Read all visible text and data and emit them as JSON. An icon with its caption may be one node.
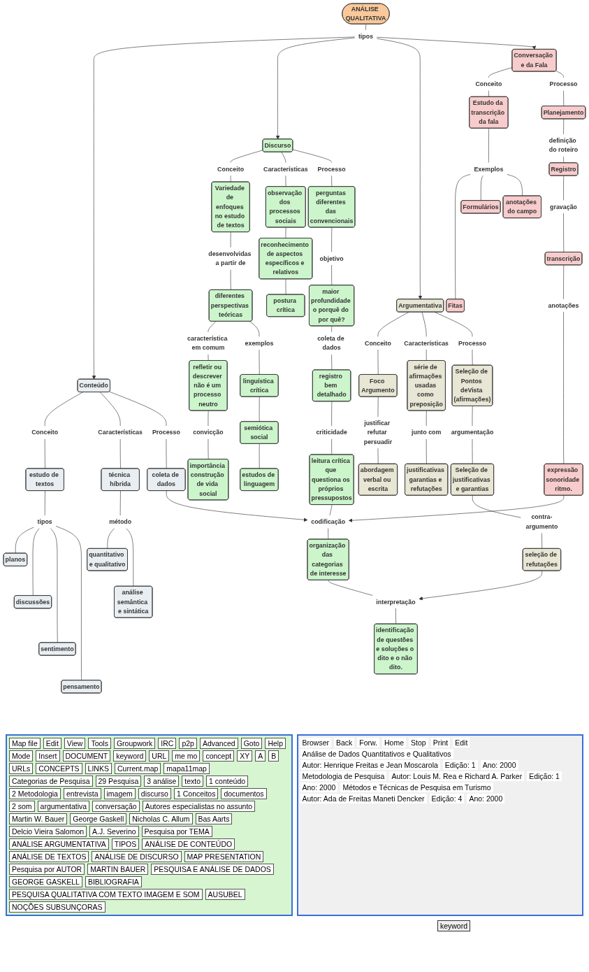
{
  "diagram": {
    "nodes": [
      {
        "text": [
          "ANÁLISE QUALITATIVA"
        ]
      },
      {
        "text": [
          "tipos"
        ]
      },
      {
        "text": [
          "Conteúdo"
        ]
      },
      {
        "text": [
          "Conceito"
        ]
      },
      {
        "text": [
          "Características"
        ]
      },
      {
        "text": [
          "Processo"
        ]
      },
      {
        "text": [
          "estudo de textos"
        ]
      },
      {
        "text": [
          "tipos"
        ]
      },
      {
        "text": [
          "planos"
        ]
      },
      {
        "text": [
          "discussões"
        ]
      },
      {
        "text": [
          "sentimento"
        ]
      },
      {
        "text": [
          "pensamento"
        ]
      },
      {
        "text": [
          "técnica híbrida"
        ]
      },
      {
        "text": [
          "método"
        ]
      },
      {
        "text": [
          "quantitativo e qualitativo"
        ]
      },
      {
        "text": [
          "análise semântica e sintática"
        ]
      },
      {
        "text": [
          "coleta de dados"
        ]
      },
      {
        "text": [
          "Discurso"
        ]
      },
      {
        "text": [
          "Conceito"
        ]
      },
      {
        "text": [
          "Características"
        ]
      },
      {
        "text": [
          "Processo"
        ]
      },
      {
        "text": [
          "Variedade de enfoques no estudo de textos"
        ]
      },
      {
        "text": [
          "desenvolvidas a partir de"
        ]
      },
      {
        "text": [
          "diferentes perspectivas teóricas"
        ]
      },
      {
        "text": [
          "característica em comum"
        ]
      },
      {
        "text": [
          "refletir ou descrever não é um processo neutro"
        ]
      },
      {
        "text": [
          "convicção"
        ]
      },
      {
        "text": [
          "importância construção de vida social"
        ]
      },
      {
        "text": [
          "exemplos"
        ]
      },
      {
        "text": [
          "linguística crítica"
        ]
      },
      {
        "text": [
          "semiótica social"
        ]
      },
      {
        "text": [
          "estudos de linguagem"
        ]
      },
      {
        "text": [
          "observação dos processos sociais"
        ]
      },
      {
        "text": [
          "reconhecimento de aspectos específicos e relativos"
        ]
      },
      {
        "text": [
          "postura crítica"
        ]
      },
      {
        "text": [
          "perguntas diferentes das convencionais"
        ]
      },
      {
        "text": [
          "objetivo"
        ]
      },
      {
        "text": [
          "maior profundidade o porquê do por quê?"
        ]
      },
      {
        "text": [
          "coleta de dados"
        ]
      },
      {
        "text": [
          "registro bem detalhado"
        ]
      },
      {
        "text": [
          "criticidade"
        ]
      },
      {
        "text": [
          "leitura crítica que questiona os próprios pressupostos"
        ]
      },
      {
        "text": [
          "codificação"
        ]
      },
      {
        "text": [
          "organização das categorias de interesse"
        ]
      },
      {
        "text": [
          "interpretação"
        ]
      },
      {
        "text": [
          "identificação de questões e soluções o dito e o não dito."
        ]
      },
      {
        "text": [
          "Argumentativa"
        ]
      },
      {
        "text": [
          "Conceito"
        ]
      },
      {
        "text": [
          "Características"
        ]
      },
      {
        "text": [
          "Processo"
        ]
      },
      {
        "text": [
          "Foco Argumento"
        ]
      },
      {
        "text": [
          "justificar refutar persuadir"
        ]
      },
      {
        "text": [
          "abordagem verbal ou escrita"
        ]
      },
      {
        "text": [
          "série de afirmações usadas como preposição"
        ]
      },
      {
        "text": [
          "junto com"
        ]
      },
      {
        "text": [
          "justificativas garantias e refutações"
        ]
      },
      {
        "text": [
          "Seleção de Pontos deVista (afirmações)"
        ]
      },
      {
        "text": [
          "argumentação"
        ]
      },
      {
        "text": [
          "Seleção de justificativas e garantias"
        ]
      },
      {
        "text": [
          "contra-argumento"
        ]
      },
      {
        "text": [
          "seleção de refutações"
        ]
      },
      {
        "text": [
          "Conversação e da Fala"
        ]
      },
      {
        "text": [
          "Conceito"
        ]
      },
      {
        "text": [
          "Processo"
        ]
      },
      {
        "text": [
          "Estudo da transcrição da fala"
        ]
      },
      {
        "text": [
          "Exemplos"
        ]
      },
      {
        "text": [
          "Fitas"
        ]
      },
      {
        "text": [
          "Formulários"
        ]
      },
      {
        "text": [
          "anotações do campo"
        ]
      },
      {
        "text": [
          "Planejamento"
        ]
      },
      {
        "text": [
          "definição do roteiro"
        ]
      },
      {
        "text": [
          "Registro"
        ]
      },
      {
        "text": [
          "gravação"
        ]
      },
      {
        "text": [
          "transcrição"
        ]
      },
      {
        "text": [
          "anotações"
        ]
      },
      {
        "text": [
          "expressão sonoridade ritmo."
        ]
      }
    ],
    "edges": [
      {
        "from": 0,
        "to": 1,
        "arrow": "none"
      },
      {
        "from": 1,
        "to": 2,
        "arrow": "to"
      },
      {
        "from": 1,
        "to": 17,
        "arrow": "to"
      },
      {
        "from": 1,
        "to": 46,
        "arrow": "to"
      },
      {
        "from": 1,
        "to": 61,
        "arrow": "to"
      },
      {
        "from": 2,
        "to": 3,
        "arrow": "none"
      },
      {
        "from": 2,
        "to": 4,
        "arrow": "none"
      },
      {
        "from": 2,
        "to": 5,
        "arrow": "none"
      },
      {
        "from": 3,
        "to": 6,
        "arrow": "none"
      },
      {
        "from": 6,
        "to": 7,
        "arrow": "none"
      },
      {
        "from": 7,
        "to": 8,
        "arrow": "none"
      },
      {
        "from": 7,
        "to": 9,
        "arrow": "none"
      },
      {
        "from": 7,
        "to": 10,
        "arrow": "none"
      },
      {
        "from": 7,
        "to": 11,
        "arrow": "none"
      },
      {
        "from": 4,
        "to": 12,
        "arrow": "none"
      },
      {
        "from": 12,
        "to": 13,
        "arrow": "none"
      },
      {
        "from": 13,
        "to": 14,
        "arrow": "none"
      },
      {
        "from": 13,
        "to": 15,
        "arrow": "none"
      },
      {
        "from": 5,
        "to": 16,
        "arrow": "none"
      },
      {
        "from": 16,
        "to": 42,
        "arrow": "to"
      },
      {
        "from": 17,
        "to": 18,
        "arrow": "none"
      },
      {
        "from": 17,
        "to": 19,
        "arrow": "none"
      },
      {
        "from": 17,
        "to": 20,
        "arrow": "none"
      },
      {
        "from": 18,
        "to": 21,
        "arrow": "none"
      },
      {
        "from": 21,
        "to": 22,
        "arrow": "none"
      },
      {
        "from": 22,
        "to": 23,
        "arrow": "none"
      },
      {
        "from": 23,
        "to": 24,
        "arrow": "none"
      },
      {
        "from": 24,
        "to": 25,
        "arrow": "none"
      },
      {
        "from": 25,
        "to": 26,
        "arrow": "none"
      },
      {
        "from": 26,
        "to": 27,
        "arrow": "none"
      },
      {
        "from": 23,
        "to": 28,
        "arrow": "none"
      },
      {
        "from": 28,
        "to": 29,
        "arrow": "none"
      },
      {
        "from": 29,
        "to": 30,
        "arrow": "none"
      },
      {
        "from": 30,
        "to": 31,
        "arrow": "none"
      },
      {
        "from": 19,
        "to": 32,
        "arrow": "none"
      },
      {
        "from": 32,
        "to": 33,
        "arrow": "none"
      },
      {
        "from": 33,
        "to": 34,
        "arrow": "none"
      },
      {
        "from": 20,
        "to": 35,
        "arrow": "none"
      },
      {
        "from": 35,
        "to": 36,
        "arrow": "none"
      },
      {
        "from": 36,
        "to": 37,
        "arrow": "none"
      },
      {
        "from": 37,
        "to": 38,
        "arrow": "none"
      },
      {
        "from": 38,
        "to": 39,
        "arrow": "none"
      },
      {
        "from": 39,
        "to": 40,
        "arrow": "none"
      },
      {
        "from": 40,
        "to": 41,
        "arrow": "none"
      },
      {
        "from": 41,
        "to": 42,
        "arrow": "none"
      },
      {
        "from": 42,
        "to": 43,
        "arrow": "none"
      },
      {
        "from": 43,
        "to": 44,
        "arrow": "none"
      },
      {
        "from": 44,
        "to": 45,
        "arrow": "none"
      },
      {
        "from": 46,
        "to": 47,
        "arrow": "none"
      },
      {
        "from": 46,
        "to": 48,
        "arrow": "none"
      },
      {
        "from": 46,
        "to": 49,
        "arrow": "none"
      },
      {
        "from": 47,
        "to": 50,
        "arrow": "none"
      },
      {
        "from": 50,
        "to": 51,
        "arrow": "none"
      },
      {
        "from": 51,
        "to": 52,
        "arrow": "none"
      },
      {
        "from": 48,
        "to": 53,
        "arrow": "none"
      },
      {
        "from": 53,
        "to": 54,
        "arrow": "none"
      },
      {
        "from": 54,
        "to": 55,
        "arrow": "none"
      },
      {
        "from": 49,
        "to": 56,
        "arrow": "none"
      },
      {
        "from": 56,
        "to": 57,
        "arrow": "none"
      },
      {
        "from": 57,
        "to": 58,
        "arrow": "none"
      },
      {
        "from": 58,
        "to": 59,
        "arrow": "none"
      },
      {
        "from": 59,
        "to": 60,
        "arrow": "none"
      },
      {
        "from": 60,
        "to": 44,
        "arrow": "to"
      },
      {
        "from": 61,
        "to": 62,
        "arrow": "none"
      },
      {
        "from": 61,
        "to": 63,
        "arrow": "none"
      },
      {
        "from": 62,
        "to": 64,
        "arrow": "none"
      },
      {
        "from": 64,
        "to": 65,
        "arrow": "none"
      },
      {
        "from": 65,
        "to": 66,
        "arrow": "none"
      },
      {
        "from": 65,
        "to": 67,
        "arrow": "none"
      },
      {
        "from": 65,
        "to": 68,
        "arrow": "none"
      },
      {
        "from": 63,
        "to": 69,
        "arrow": "none"
      },
      {
        "from": 69,
        "to": 70,
        "arrow": "none"
      },
      {
        "from": 70,
        "to": 71,
        "arrow": "none"
      },
      {
        "from": 71,
        "to": 72,
        "arrow": "none"
      },
      {
        "from": 72,
        "to": 73,
        "arrow": "none"
      },
      {
        "from": 73,
        "to": 74,
        "arrow": "none"
      },
      {
        "from": 74,
        "to": 75,
        "arrow": "none"
      },
      {
        "from": 75,
        "to": 42,
        "arrow": "to"
      }
    ],
    "labels": [
      "Map file",
      "Edit",
      "View",
      "Tools",
      "Groupwork",
      "IRC",
      "p2p",
      "Advanced",
      "Goto",
      "Help",
      "Mode",
      "Insert",
      "DOCUMENT",
      "keyword",
      "URL",
      "me mo",
      "concept",
      "XY",
      "A",
      "B",
      "URLs",
      "CONCEPTS",
      "LINKS",
      "Current.map",
      "mapa11map",
      "Categorias de Pesquisa",
      "29 Pesquisa",
      "3 análise",
      "texto",
      "1 conteúdo",
      "2 Metodologia",
      "entrevista",
      "imagem",
      "discurso",
      "1 Conceitos",
      "documentos",
      "2 som",
      "argumentativa",
      "conversação",
      "Autores especialistas no assunto",
      "Martin W. Bauer",
      "George Gaskell",
      "Nicholas C. Allum",
      "Bas Aarts",
      "Delcio Vieira Salomon",
      "A.J. Severino",
      "Pesquisa por TEMA",
      "ANÁLISE ARGUMENTATIVA",
      "TIPOS",
      "ANÁLISE DE CONTEÚDO",
      "ANÁLISE DE TEXTOS",
      "ANÁLISE DE DISCURSO",
      "MAP PRESENTATION",
      "Pesquisa por AUTOR",
      "MARTIN BAUER",
      "PESQUISA E ANÁLISE DE DADOS",
      "GEORGE GASKELL",
      "BIBLIOGRAFIA",
      "PESQUISA QUALITATIVA COM TEXTO IMAGEM E SOM",
      "AUSUBEL",
      "NOÇÕES SUBSUNÇORAS",
      "Browser",
      "Back",
      "Forw.",
      "Home",
      "Stop",
      "Print",
      "Edit",
      "Análise de Dados Quantitativos e Qualitativos",
      "Autor: Henrique Freitas e Jean Moscarola",
      "Edição: 1",
      "Ano: 2000",
      "Metodologia de Pesquisa",
      "Autor: Louis M. Rea e Richard A. Parker",
      "Edição: 1",
      "Ano: 2000",
      "Métodos e Técnicas de Pesquisa em Turismo",
      "Autor: Ada de Freitas Maneti Dencker",
      "Edição: 4",
      "Ano: 2000",
      "keyword"
    ]
  }
}
